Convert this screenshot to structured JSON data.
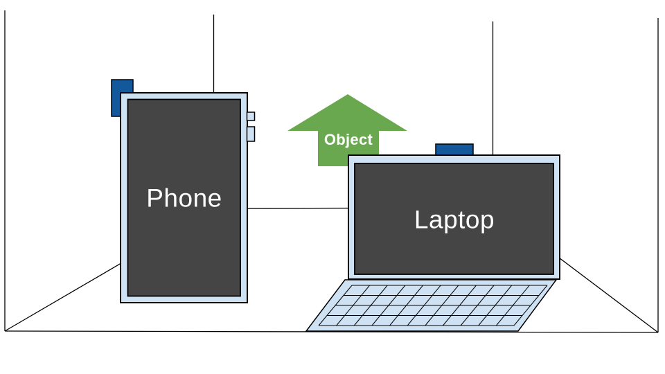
{
  "scene": {
    "background": "#ffffff"
  },
  "colors": {
    "bg": "#ffffff",
    "outline": "#000000",
    "frame": "#cfe2f3",
    "screen": "#454545",
    "camera": "#14589c",
    "arrow": "#6aa84f",
    "label": "#ffffff"
  },
  "labels": {
    "phone": "Phone",
    "laptop": "Laptop",
    "object": "Object"
  },
  "keyboard": {
    "rows": 4,
    "columns": 11
  }
}
